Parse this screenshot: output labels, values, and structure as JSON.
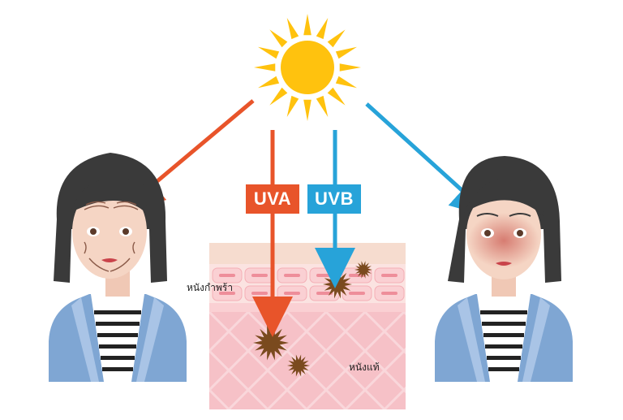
{
  "labels": {
    "uva": "UVA",
    "uvb": "UVB",
    "epidermis": "หนังกำพร้า",
    "dermis": "หนังแท้"
  },
  "colors": {
    "sun": "#FFC20E",
    "uva": "#E8542A",
    "uvb": "#27A3D9",
    "epidermis": "#F6D9CF",
    "dermis": "#F4C3C8",
    "spot": "#7A4A1E",
    "jacket": "#7FA6D3",
    "hair": "#3A3A3A",
    "skin_face": "#F5D5C4"
  }
}
